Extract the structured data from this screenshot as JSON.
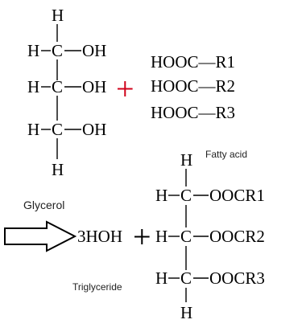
{
  "colors": {
    "plus_red": "#d0021b",
    "ink": "#000000"
  },
  "symbols": {
    "plus": "+",
    "arrow": "right-arrow"
  },
  "glycerol": {
    "name": "Glycerol",
    "rows": [
      {
        "atom": "H",
        "carbon": "C",
        "group": "OH"
      },
      {
        "atom": "H",
        "carbon": "C",
        "group": "OH"
      },
      {
        "atom": "H",
        "carbon": "C",
        "group": "OH"
      }
    ],
    "top_h": "H",
    "bottom_h": "H"
  },
  "fatty_acids": {
    "name": "Fatty acid",
    "items": [
      {
        "formula": "HOOC—R1"
      },
      {
        "formula": "HOOC—R2"
      },
      {
        "formula": "HOOC—R3"
      }
    ]
  },
  "water": {
    "formula": "3HOH"
  },
  "triglyceride": {
    "name": "Triglyceride",
    "rows": [
      {
        "atom": "H",
        "carbon": "C",
        "group": "OOCR1"
      },
      {
        "atom": "H",
        "carbon": "C",
        "group": "OOCR2"
      },
      {
        "atom": "H",
        "carbon": "C",
        "group": "OOCR3"
      }
    ],
    "top_h": "H",
    "bottom_h": "H"
  }
}
